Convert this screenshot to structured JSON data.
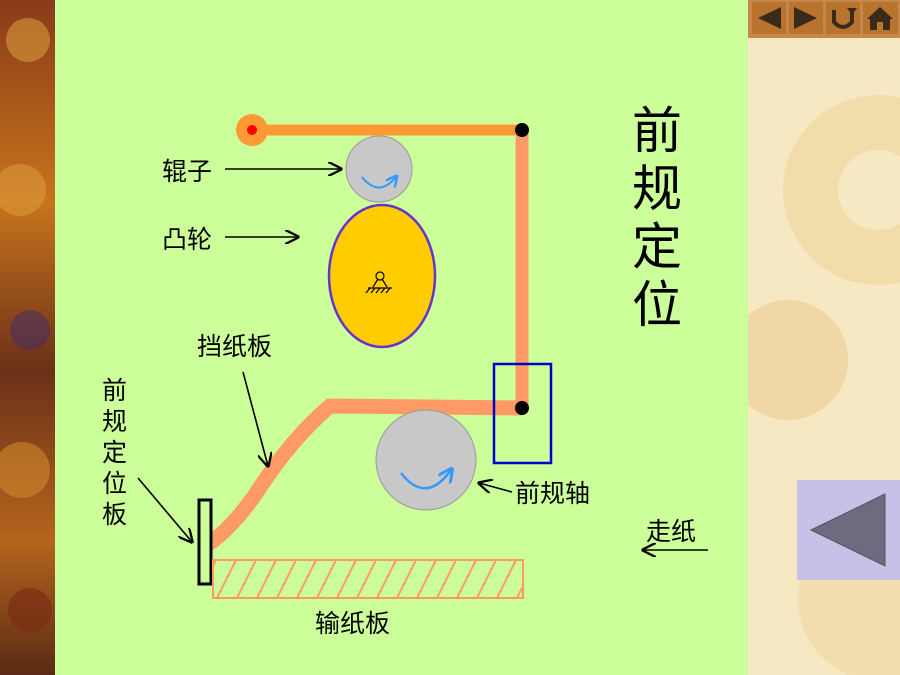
{
  "title_chars": [
    "前",
    "规",
    "定",
    "位"
  ],
  "labels": {
    "roller": "辊子",
    "cam": "凸轮",
    "stop_plate": "挡纸板",
    "front_lay_plate_chars": [
      "前",
      "规",
      "定",
      "位",
      "板"
    ],
    "front_lay_shaft": "前规轴",
    "paper_feed": "走纸",
    "feed_board": "输纸板"
  },
  "nav": [
    "prev-icon",
    "next-icon",
    "return-icon",
    "home-icon"
  ],
  "icons": {
    "back": "triangle-left-icon",
    "cam_pivot": "fixed-pivot-icon",
    "rotation": "rotation-arrow-icon"
  },
  "colors": {
    "slide_bg": "#ccff99",
    "lever": "#ff9933",
    "lever_light": "#ff9966",
    "roller": "#c8c8c8",
    "cam_fill": "#ffcc00",
    "cam_stroke": "#6633cc",
    "highlight_box": "#0000cc",
    "rotation_arrow": "#3399ff",
    "hatch": "#ff9966"
  }
}
